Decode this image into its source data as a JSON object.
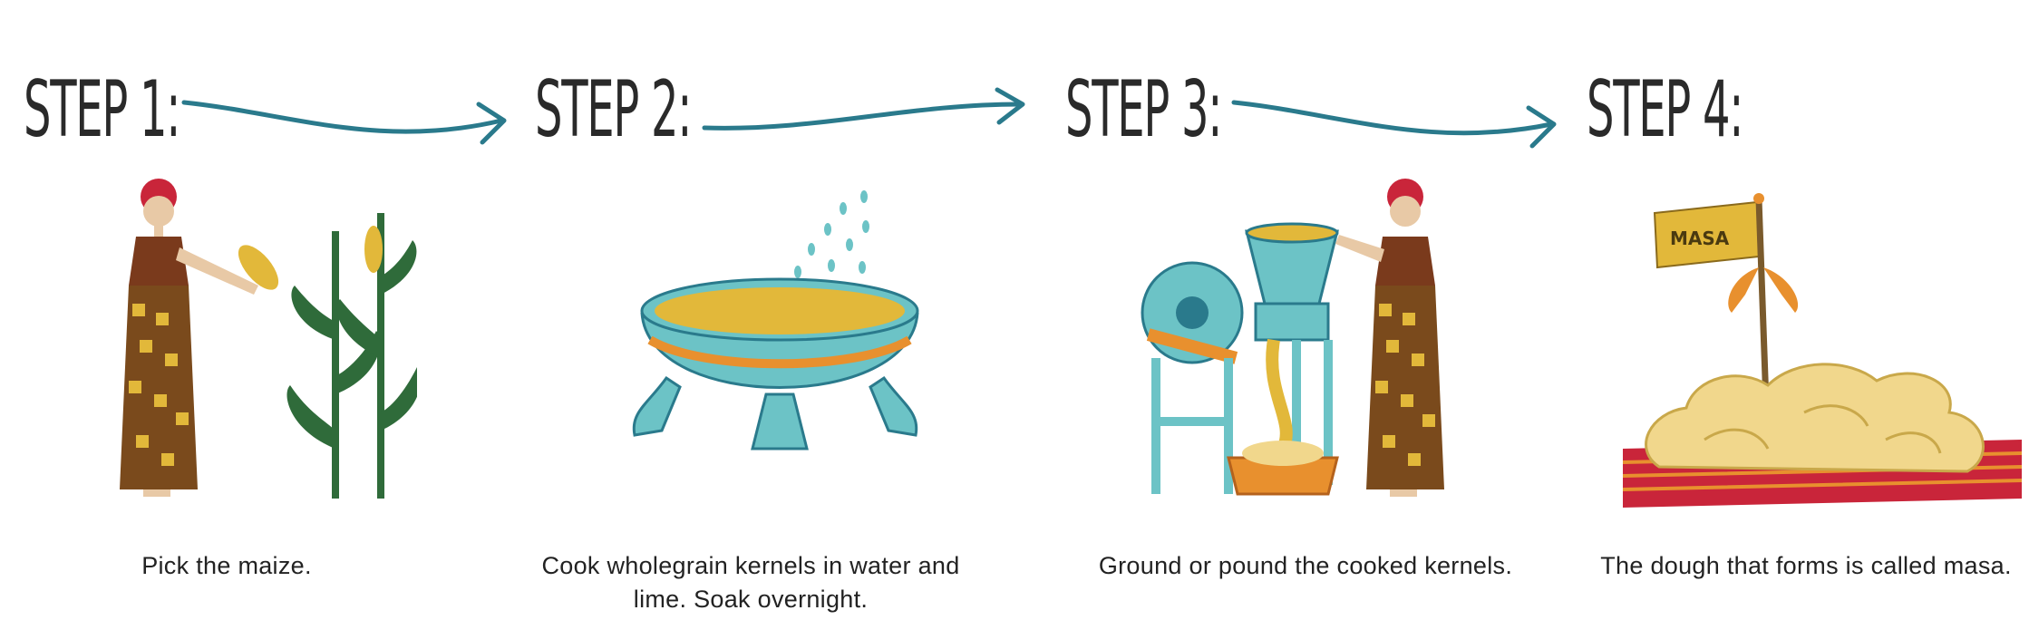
{
  "steps": [
    {
      "title": "STEP 1:",
      "caption": "Pick the maize."
    },
    {
      "title": "STEP 2:",
      "caption": "Cook wholegrain kernels in water and lime. Soak overnight."
    },
    {
      "title": "STEP 3:",
      "caption": "Ground or pound the cooked kernels."
    },
    {
      "title": "STEP 4:",
      "caption": "The dough that forms is called masa."
    }
  ],
  "flag_label": "MASA",
  "colors": {
    "arrow": "#2a7a8c",
    "teal": "#6cc3c6",
    "gold": "#e2b83a",
    "skirt": "#7a4a1c",
    "leaf": "#2f6b3a",
    "dough": "#f1d78c",
    "orange": "#e8902e"
  }
}
